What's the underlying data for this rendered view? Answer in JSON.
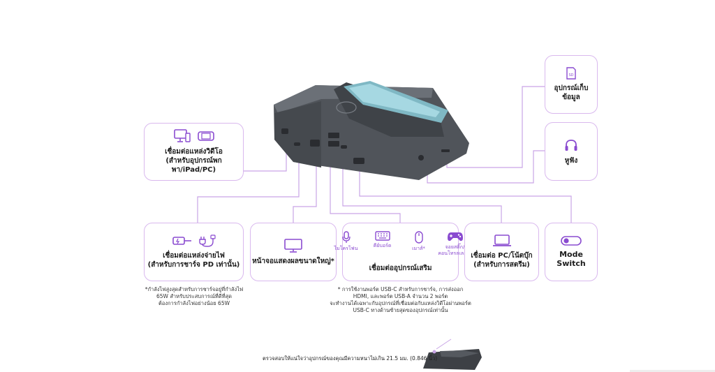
{
  "cards": {
    "power_source": {
      "title": "เชื่อมต่อแหล่งจ่ายไฟ",
      "sub": "(สำหรับการชาร์จ PD เท่านั้น)"
    },
    "display_source": {
      "title": "เชื่อมต่อแหล่งวิดีโอ",
      "sub": "(สำหรับอุปกรณ์พกพา/iPad/PC)"
    },
    "large_display": {
      "title": "หน้าจอแสดงผลขนาดใหญ่*"
    },
    "accessories": {
      "title": "เชื่อมต่ออุปกรณ์เสริม",
      "items": [
        {
          "label": "ไมโครโฟน",
          "icon": "microphone-icon"
        },
        {
          "label": "คีย์บอร์ด",
          "icon": "keyboard-icon"
        },
        {
          "label": "เมาส์*",
          "icon": "mouse-icon"
        },
        {
          "label": "จอยสติ๊ก/คอนโทรลเลอร์*",
          "icon": "gamepad-icon"
        }
      ]
    },
    "pc_laptop": {
      "title": "เชื่อมต่อ PC/โน้ตบุ๊ก",
      "sub": "(สำหรับการสตรีม)"
    },
    "mode_switch": {
      "title": "Mode Switch"
    },
    "storage": {
      "title": "อุปกรณ์เก็บข้อมูล"
    },
    "headphone": {
      "title": "หูฟัง"
    }
  },
  "notes": {
    "power_note": [
      "*กำลังไฟสูงสุดสำหรับการชาร์จอยู่ที่กำลังไฟ",
      "65W สำหรับประสบการณ์ที่ดีที่สุด",
      "ต้องการกำลังไฟอย่างน้อย 65W"
    ],
    "accessories_note": [
      "* การใช้งานพอร์ต USB-C สำหรับการชาร์จ, การส่งออก",
      "HDMI, และพอร์ต USB-A จำนวน 2 พอร์ต",
      "จะทำงานได้เฉพาะกับอุปกรณ์ที่เชื่อมต่อกับแหล่งวิดีโอผ่านพอร์ต",
      "USB-C ทางด้านซ้ายสุดของอุปกรณ์เท่านั้น"
    ]
  },
  "bottom_text": "ตรวจสอบให้แน่ใจว่าอุปกรณ์ของคุณมีความหนาไม่เกิน 21.5 มม. (0.846 นิ้ว)",
  "colors": {
    "accent": "#8a4bd0",
    "card_border": "#d9b8ee",
    "wire": "#c9a5e6",
    "device_body": "#55595f"
  }
}
